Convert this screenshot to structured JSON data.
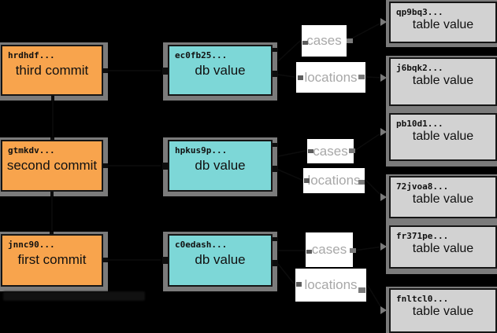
{
  "diagram": {
    "commits": [
      {
        "hash": "hrdhdf...",
        "label": "third commit"
      },
      {
        "hash": "gtmkdv...",
        "label": "second commit"
      },
      {
        "hash": "jnnc90...",
        "label": "first commit"
      }
    ],
    "db_values": [
      {
        "hash": "ec0fb25...",
        "label": "db value"
      },
      {
        "hash": "hpkus9p...",
        "label": "db value"
      },
      {
        "hash": "c0edash...",
        "label": "db value"
      }
    ],
    "table_names": [
      {
        "text": "cases"
      },
      {
        "text": "locations"
      },
      {
        "text": "cases"
      },
      {
        "text": "locations"
      },
      {
        "text": "cases"
      },
      {
        "text": "locations"
      }
    ],
    "table_values": [
      {
        "hash": "qp9bq3...",
        "label": "table value"
      },
      {
        "hash": "j6bqk2...",
        "label": "table value"
      },
      {
        "hash": "pb10d1...",
        "label": "table value"
      },
      {
        "hash": "72jvoa8...",
        "label": "table value"
      },
      {
        "hash": "fr371pe...",
        "label": "table value"
      },
      {
        "hash": "fnltcl0...",
        "label": "table value"
      }
    ],
    "colors": {
      "background": "#000000",
      "commit_fill": "#f8a44d",
      "db_fill": "#7dd7d7",
      "table_fill": "#d2d2d2",
      "shadow": "#7b7b7b",
      "label_text": "#a8a8a8"
    }
  }
}
